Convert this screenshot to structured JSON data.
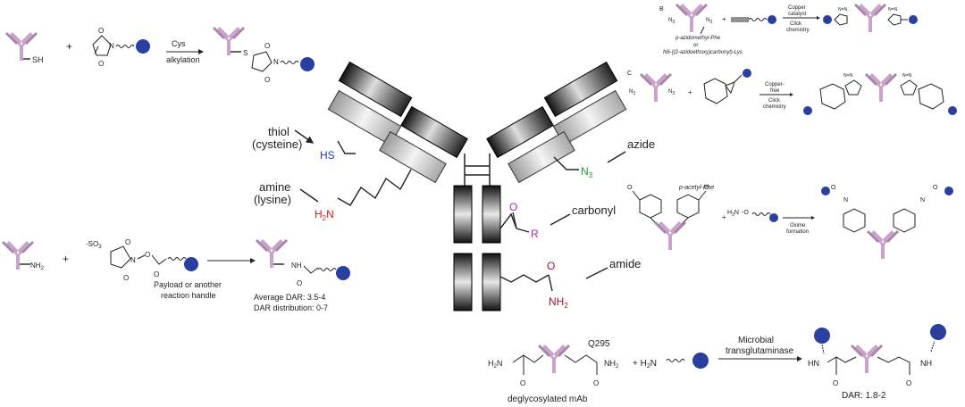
{
  "colors": {
    "antibody": "#c9a3c9",
    "payload": "#2a3fa0",
    "thiol_text": "#1a3cc8",
    "amine_text": "#e01818",
    "azide_text": "#1a9a2a",
    "carbonyl_text": "#b02aa8",
    "amide_text": "#a0182a"
  },
  "panel_labels": {
    "b": "B",
    "c": "C"
  },
  "cys": {
    "sh": "SH",
    "n": "N",
    "o_top": "O",
    "o_bottom": "O",
    "s": "S",
    "arrow_line1": "Cys",
    "arrow_line2": "alkylation"
  },
  "nhs": {
    "nh2": "NH",
    "nh2_sub": "2",
    "so3": "SO",
    "so3_sub": "3",
    "n": "N",
    "o1": "O",
    "o2": "O",
    "o3": "O",
    "o4": "O",
    "caption_line1": "Payload or another",
    "caption_line2": "reaction handle",
    "nh": "NH",
    "o_product": "O",
    "dar_avg": "Average DAR: 3.5-4",
    "dar_dist": "DAR distribution: 0-7"
  },
  "center": {
    "thiol_line1": "thiol",
    "thiol_line2": "(cysteine)",
    "amine_line1": "amine",
    "amine_line2": "(lysine)",
    "azide": "azide",
    "carbonyl": "carbonyl",
    "amide": "amide",
    "hs": "HS",
    "h2n": "H",
    "h2n_sub": "2",
    "h2n_n": "N",
    "n3": "N",
    "n3_sub": "3",
    "o_carbonyl": "O",
    "r": "R",
    "o_amide": "O",
    "nh2_amide": "NH",
    "nh2_amide_sub": "2"
  },
  "click_b": {
    "n3a": "N",
    "n3a_sub": "3",
    "n3b": "N",
    "n3b_sub": "3",
    "arrow_line1": "Copper",
    "arrow_line2": "catalyst",
    "arrow_line3": "Click",
    "arrow_line4": "chemistry",
    "label1": "p-azidomethyl-Phe",
    "label2": "or",
    "label3": "N6-((2-azidoethoxy)carbonyl)-Lys",
    "triazole": "N=N"
  },
  "click_c": {
    "n3a": "N",
    "n3a_sub": "3",
    "n3b": "N",
    "n3b_sub": "3",
    "arrow_line1": "Copper-",
    "arrow_line2": "free",
    "arrow_line3": "Click",
    "arrow_line4": "chemistry",
    "triazole": "N=N"
  },
  "oxime": {
    "label": "p-acetyl-Phe",
    "h2n": "H",
    "h2n_sub": "2",
    "h2n_n": "N",
    "o_link": "O",
    "o1": "O",
    "o2": "O",
    "arrow_line1": "Oxime",
    "arrow_line2": "formation",
    "n1": "N",
    "n2": "N",
    "o3": "O",
    "o4": "O"
  },
  "tgase": {
    "q295": "Q295",
    "h2n_left": "H",
    "h2n_left_sub": "2",
    "h2n_left_n": "N",
    "nh2_right": "NH",
    "nh2_right_sub": "2",
    "o_left": "O",
    "o_right": "O",
    "plus_h2n": "+ H",
    "plus_h2n_sub": "2",
    "plus_h2n_n": "N",
    "arrow_line1": "Microbial",
    "arrow_line2": "transglutaminase",
    "deglyco": "deglycosylated mAb",
    "hn": "HN",
    "nh": "NH",
    "o_pl": "O",
    "o_pr": "O",
    "dar": "DAR: 1.8-2"
  },
  "plus": "+"
}
